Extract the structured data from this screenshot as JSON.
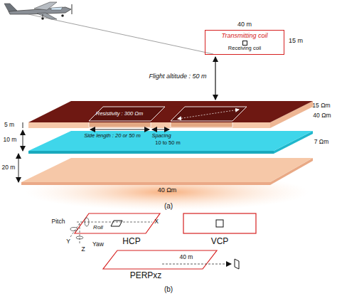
{
  "diagram": {
    "nodes": [
      {
        "text": [
          "Transmitting coil"
        ]
      },
      {
        "text": [
          "Receiving coil"
        ],
        "in": 0
      }
    ],
    "labels": [
      "40 m",
      "15 m",
      "Flight altitude : 50 m",
      "15 Ωm",
      "40 Ωm",
      "5 m",
      "Resistivity : 300 Ωm",
      "Side length : 20 or 50 m",
      "Spacing",
      "10 to 50 m",
      "7 Ωm",
      "10 m",
      "20 m",
      "40 Ωm",
      "(a)",
      "Pitch",
      "Roll",
      "X",
      "Y",
      "Z",
      "Yaw",
      "HCP",
      "VCP",
      "40 m",
      "PERPxz",
      "(b)"
    ]
  }
}
